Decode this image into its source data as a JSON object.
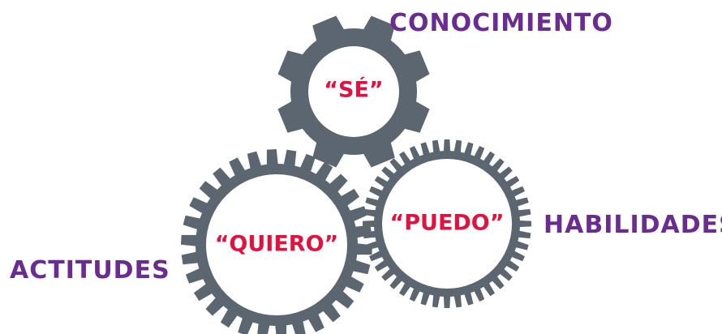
{
  "colors": {
    "gear": "#5c6670",
    "gear_center": "#ffffff",
    "gear_text": "#e2123f",
    "label": "#6b2c91"
  },
  "gears": {
    "se": {
      "text": "“SÉ”",
      "teeth": 8
    },
    "puedo": {
      "text": "“PUEDO”",
      "teeth": 44
    },
    "quiero": {
      "text": "“QUIERO”",
      "teeth": 30
    }
  },
  "labels": {
    "conocimiento": "CONOCIMIENTO",
    "habilidades": "HABILIDADES",
    "actitudes": "ACTITUDES"
  }
}
